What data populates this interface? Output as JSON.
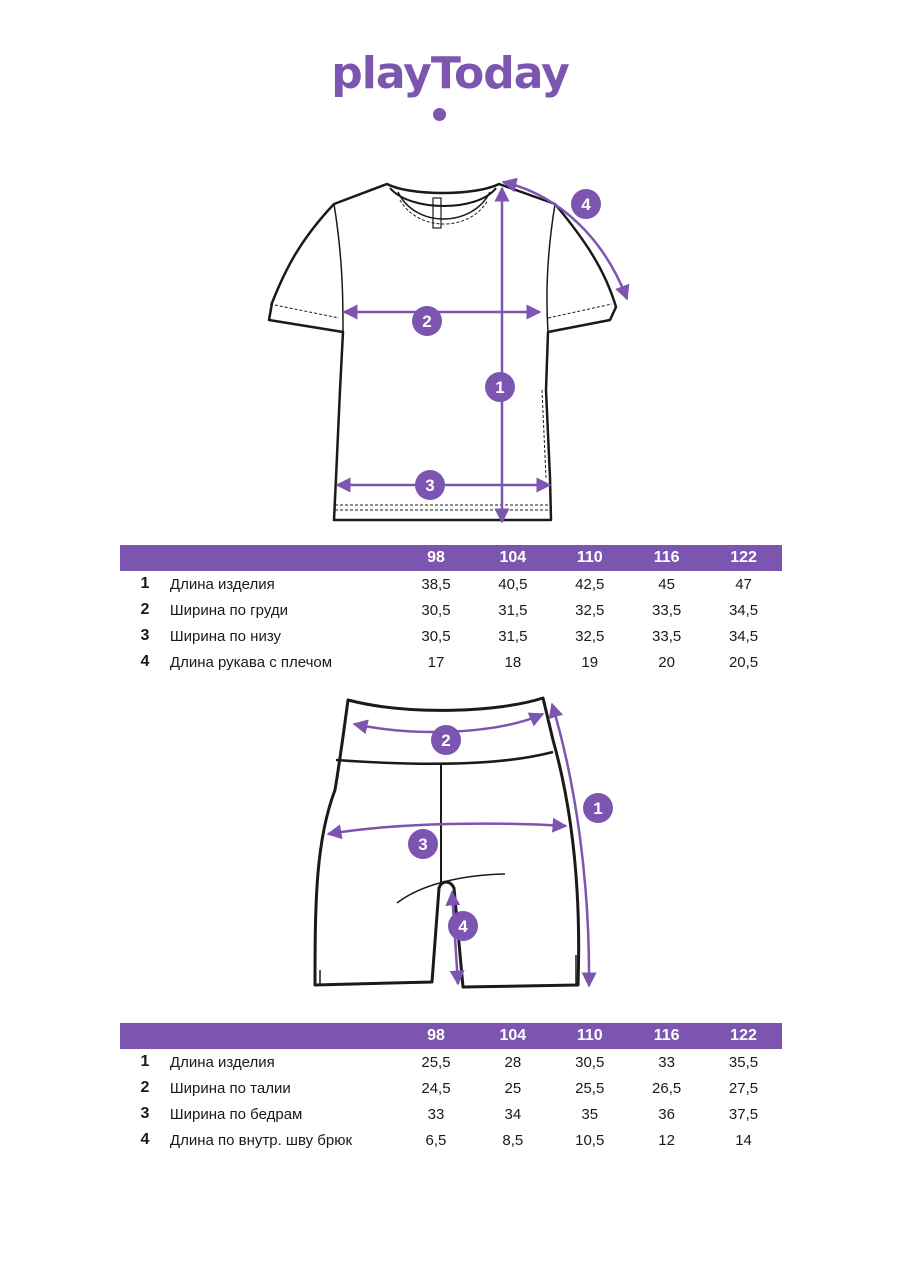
{
  "brand": {
    "logo_text": "playToday"
  },
  "colors": {
    "accent": "#7b55b0",
    "outline": "#1a1a1a"
  },
  "tshirt": {
    "markers": [
      "1",
      "2",
      "3",
      "4"
    ],
    "table": {
      "sizes": [
        "98",
        "104",
        "110",
        "116",
        "122"
      ],
      "rows": [
        {
          "num": "1",
          "name": "Длина изделия",
          "values": [
            "38,5",
            "40,5",
            "42,5",
            "45",
            "47"
          ]
        },
        {
          "num": "2",
          "name": "Ширина по груди",
          "values": [
            "30,5",
            "31,5",
            "32,5",
            "33,5",
            "34,5"
          ]
        },
        {
          "num": "3",
          "name": "Ширина по низу",
          "values": [
            "30,5",
            "31,5",
            "32,5",
            "33,5",
            "34,5"
          ]
        },
        {
          "num": "4",
          "name": "Длина рукава с плечом",
          "values": [
            "17",
            "18",
            "19",
            "20",
            "20,5"
          ]
        }
      ]
    }
  },
  "shorts": {
    "markers": [
      "1",
      "2",
      "3",
      "4"
    ],
    "table": {
      "sizes": [
        "98",
        "104",
        "110",
        "116",
        "122"
      ],
      "rows": [
        {
          "num": "1",
          "name": "Длина изделия",
          "values": [
            "25,5",
            "28",
            "30,5",
            "33",
            "35,5"
          ]
        },
        {
          "num": "2",
          "name": "Ширина по талии",
          "values": [
            "24,5",
            "25",
            "25,5",
            "26,5",
            "27,5"
          ]
        },
        {
          "num": "3",
          "name": "Ширина по бедрам",
          "values": [
            "33",
            "34",
            "35",
            "36",
            "37,5"
          ]
        },
        {
          "num": "4",
          "name": "Длина по внутр. шву брюк",
          "values": [
            "6,5",
            "8,5",
            "10,5",
            "12",
            "14"
          ]
        }
      ]
    }
  }
}
